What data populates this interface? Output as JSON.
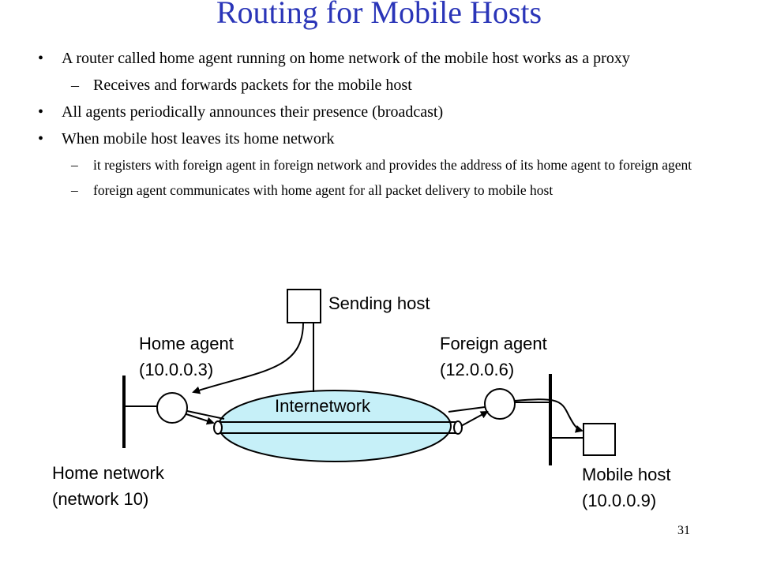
{
  "slide": {
    "title": "Routing for Mobile Hosts",
    "page_number": "31"
  },
  "bullets": [
    {
      "text": "A router called home agent running on home network of the mobile host works as a proxy"
    },
    {
      "text": "Receives and forwards packets for the mobile host"
    },
    {
      "text": "All agents periodically announces their presence (broadcast)"
    },
    {
      "text": "When mobile host leaves its home network"
    },
    {
      "text": "it registers with foreign agent in foreign network and provides the address of its home agent to foreign agent"
    },
    {
      "text": "foreign agent communicates with home agent for all packet delivery to mobile host"
    }
  ],
  "diagram": {
    "sending_host": "Sending host",
    "home_agent": [
      "Home agent",
      "(10.0.0.3)"
    ],
    "foreign_agent": [
      "Foreign agent",
      "(12.0.0.6)"
    ],
    "internetwork": "Internetwork",
    "home_network": [
      "Home network",
      "(network 10)"
    ],
    "mobile_host": [
      "Mobile host",
      "(10.0.0.9)"
    ],
    "cloud_color": "#c6f0f8"
  }
}
